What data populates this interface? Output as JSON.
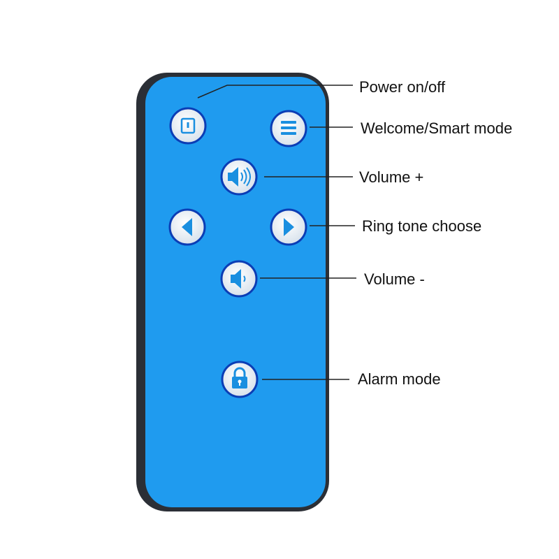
{
  "labels": {
    "power": "Power on/off",
    "welcome": "Welcome/Smart mode",
    "volume_up": "Volume +",
    "ring_tone": "Ring tone choose",
    "volume_down": "Volume -",
    "alarm": "Alarm mode"
  },
  "colors": {
    "body": "#1f9bef",
    "frame": "#2b2f36",
    "button": "#eef2f6",
    "button_ring": "#0b3db5",
    "icon": "#1a8fe0"
  }
}
